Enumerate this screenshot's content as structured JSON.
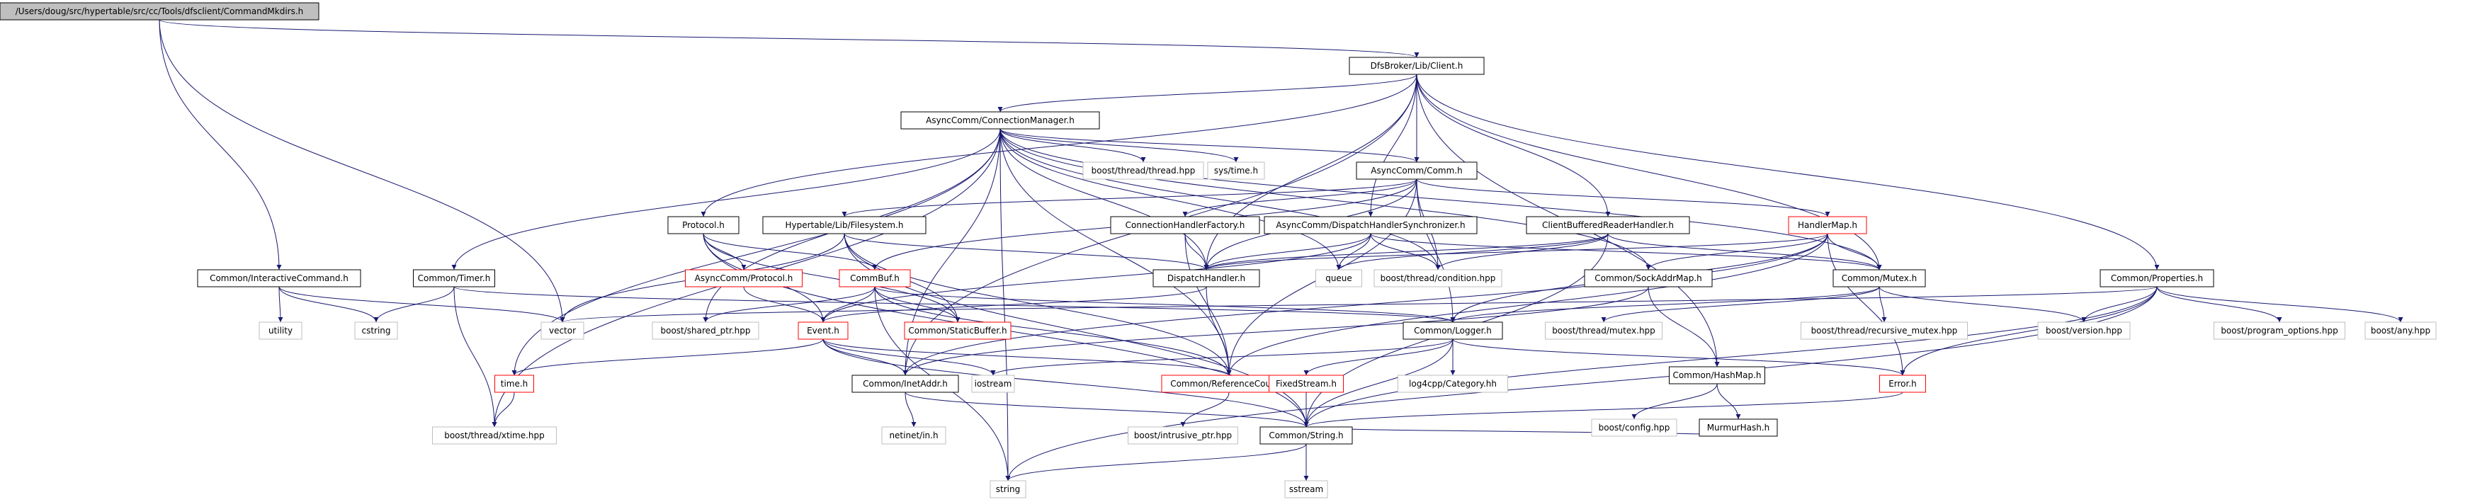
{
  "colors": {
    "edge": "#191970",
    "box_black": "#000000",
    "box_red": "#ff0000",
    "box_gray": "#bfbfbf",
    "root_fill": "#bfbfbf"
  },
  "nodes": [
    {
      "id": "root",
      "label": "/Users/doug/src/hypertable/src/cc/Tools/dfsclient/CommandMkdirs.h",
      "style": "root"
    },
    {
      "id": "client",
      "label": "DfsBroker/Lib/Client.h",
      "style": "black"
    },
    {
      "id": "connmgr",
      "label": "AsyncComm/ConnectionManager.h",
      "style": "black"
    },
    {
      "id": "comm",
      "label": "AsyncComm/Comm.h",
      "style": "black"
    },
    {
      "id": "boostthread",
      "label": "boost/thread/thread.hpp",
      "style": "gray"
    },
    {
      "id": "systime",
      "label": "sys/time.h",
      "style": "gray"
    },
    {
      "id": "interactive",
      "label": "Common/InteractiveCommand.h",
      "style": "black"
    },
    {
      "id": "protocol",
      "label": "Protocol.h",
      "style": "black"
    },
    {
      "id": "filesystem",
      "label": "Hypertable/Lib/Filesystem.h",
      "style": "black"
    },
    {
      "id": "connhandlerfac",
      "label": "ConnectionHandlerFactory.h",
      "style": "black"
    },
    {
      "id": "dhsync",
      "label": "AsyncComm/DispatchHandlerSynchronizer.h",
      "style": "black"
    },
    {
      "id": "clientbuf",
      "label": "ClientBufferedReaderHandler.h",
      "style": "black"
    },
    {
      "id": "handlermap",
      "label": "HandlerMap.h",
      "style": "red"
    },
    {
      "id": "props",
      "label": "Common/Properties.h",
      "style": "black"
    },
    {
      "id": "timer",
      "label": "Common/Timer.h",
      "style": "black"
    },
    {
      "id": "acproto",
      "label": "AsyncComm/Protocol.h",
      "style": "red"
    },
    {
      "id": "commbuf",
      "label": "CommBuf.h",
      "style": "red"
    },
    {
      "id": "dispatch",
      "label": "DispatchHandler.h",
      "style": "black"
    },
    {
      "id": "queue",
      "label": "queue",
      "style": "gray"
    },
    {
      "id": "condition",
      "label": "boost/thread/condition.hpp",
      "style": "gray"
    },
    {
      "id": "sockaddrmap",
      "label": "Common/SockAddrMap.h",
      "style": "black"
    },
    {
      "id": "mutex",
      "label": "Common/Mutex.h",
      "style": "black"
    },
    {
      "id": "utility",
      "label": "utility",
      "style": "gray"
    },
    {
      "id": "cstring",
      "label": "cstring",
      "style": "gray"
    },
    {
      "id": "vector",
      "label": "vector",
      "style": "gray"
    },
    {
      "id": "sharedptr",
      "label": "boost/shared_ptr.hpp",
      "style": "gray"
    },
    {
      "id": "event",
      "label": "Event.h",
      "style": "red"
    },
    {
      "id": "staticbuf",
      "label": "Common/StaticBuffer.h",
      "style": "red"
    },
    {
      "id": "logger",
      "label": "Common/Logger.h",
      "style": "black"
    },
    {
      "id": "boostmutex",
      "label": "boost/thread/mutex.hpp",
      "style": "gray"
    },
    {
      "id": "hashmap",
      "label": "Common/HashMap.h",
      "style": "black"
    },
    {
      "id": "recmutex",
      "label": "boost/thread/recursive_mutex.hpp",
      "style": "gray"
    },
    {
      "id": "version",
      "label": "boost/version.hpp",
      "style": "gray"
    },
    {
      "id": "progopts",
      "label": "boost/program_options.hpp",
      "style": "gray"
    },
    {
      "id": "any",
      "label": "boost/any.hpp",
      "style": "gray"
    },
    {
      "id": "timeh",
      "label": "time.h",
      "style": "red"
    },
    {
      "id": "inetaddr",
      "label": "Common/InetAddr.h",
      "style": "black"
    },
    {
      "id": "iostream",
      "label": "iostream",
      "style": "gray"
    },
    {
      "id": "refcount",
      "label": "Common/ReferenceCount.h",
      "style": "red"
    },
    {
      "id": "fstream",
      "label": "FixedStream.h",
      "style": "red"
    },
    {
      "id": "log4cpp",
      "label": "log4cpp/Category.hh",
      "style": "gray"
    },
    {
      "id": "config",
      "label": "boost/config.hpp",
      "style": "gray"
    },
    {
      "id": "murmur",
      "label": "MurmurHash.h",
      "style": "black"
    },
    {
      "id": "error",
      "label": "Error.h",
      "style": "red"
    },
    {
      "id": "xtime",
      "label": "boost/thread/xtime.hpp",
      "style": "gray"
    },
    {
      "id": "netinet",
      "label": "netinet/in.h",
      "style": "gray"
    },
    {
      "id": "intrusive",
      "label": "boost/intrusive_ptr.hpp",
      "style": "gray"
    },
    {
      "id": "string_h",
      "label": "Common/String.h",
      "style": "black"
    },
    {
      "id": "string",
      "label": "string",
      "style": "gray"
    },
    {
      "id": "sstream",
      "label": "sstream",
      "style": "gray"
    }
  ],
  "edges": [
    [
      "root",
      "client"
    ],
    [
      "root",
      "interactive"
    ],
    [
      "root",
      "vector"
    ],
    [
      "client",
      "connmgr"
    ],
    [
      "client",
      "comm"
    ],
    [
      "client",
      "protocol"
    ],
    [
      "client",
      "dhsync"
    ],
    [
      "client",
      "clientbuf"
    ],
    [
      "client",
      "props"
    ],
    [
      "client",
      "mutex"
    ],
    [
      "client",
      "dispatch"
    ],
    [
      "client",
      "hashmap"
    ],
    [
      "client",
      "inetaddr"
    ],
    [
      "connmgr",
      "boostthread"
    ],
    [
      "connmgr",
      "systime"
    ],
    [
      "connmgr",
      "comm"
    ],
    [
      "connmgr",
      "timer"
    ],
    [
      "connmgr",
      "sharedptr"
    ],
    [
      "connmgr",
      "timeh"
    ],
    [
      "connmgr",
      "xtime"
    ],
    [
      "connmgr",
      "refcount"
    ],
    [
      "connmgr",
      "dispatch"
    ],
    [
      "connmgr",
      "condition"
    ],
    [
      "connmgr",
      "mutex"
    ],
    [
      "connmgr",
      "sockaddrmap"
    ],
    [
      "connmgr",
      "inetaddr"
    ],
    [
      "connmgr",
      "string"
    ],
    [
      "connmgr",
      "queue"
    ],
    [
      "comm",
      "filesystem"
    ],
    [
      "comm",
      "connhandlerfac"
    ],
    [
      "comm",
      "dispatch"
    ],
    [
      "comm",
      "handlermap"
    ],
    [
      "comm",
      "commbuf"
    ],
    [
      "comm",
      "refcount"
    ],
    [
      "comm",
      "condition"
    ],
    [
      "comm",
      "logger"
    ],
    [
      "interactive",
      "utility"
    ],
    [
      "interactive",
      "cstring"
    ],
    [
      "interactive",
      "vector"
    ],
    [
      "protocol",
      "acproto"
    ],
    [
      "protocol",
      "commbuf"
    ],
    [
      "protocol",
      "event"
    ],
    [
      "protocol",
      "staticbuf"
    ],
    [
      "protocol",
      "string_h"
    ],
    [
      "filesystem",
      "dispatch"
    ],
    [
      "filesystem",
      "staticbuf"
    ],
    [
      "filesystem",
      "vector"
    ],
    [
      "filesystem",
      "refcount"
    ],
    [
      "filesystem",
      "string_h"
    ],
    [
      "connhandlerfac",
      "dispatch"
    ],
    [
      "connhandlerfac",
      "refcount"
    ],
    [
      "dhsync",
      "dispatch"
    ],
    [
      "dhsync",
      "queue"
    ],
    [
      "dhsync",
      "condition"
    ],
    [
      "dhsync",
      "mutex"
    ],
    [
      "dhsync",
      "event"
    ],
    [
      "clientbuf",
      "dispatch"
    ],
    [
      "clientbuf",
      "condition"
    ],
    [
      "clientbuf",
      "mutex"
    ],
    [
      "clientbuf",
      "queue"
    ],
    [
      "clientbuf",
      "string_h"
    ],
    [
      "handlermap",
      "dispatch"
    ],
    [
      "handlermap",
      "sockaddrmap"
    ],
    [
      "handlermap",
      "mutex"
    ],
    [
      "handlermap",
      "error"
    ],
    [
      "handlermap",
      "refcount"
    ],
    [
      "handlermap",
      "logger"
    ],
    [
      "handlermap",
      "inetaddr"
    ],
    [
      "timer",
      "cstring"
    ],
    [
      "timer",
      "xtime"
    ],
    [
      "timer",
      "logger"
    ],
    [
      "acproto",
      "event"
    ],
    [
      "commbuf",
      "sharedptr"
    ],
    [
      "commbuf",
      "event"
    ],
    [
      "commbuf",
      "staticbuf"
    ],
    [
      "commbuf",
      "logger"
    ],
    [
      "commbuf",
      "refcount"
    ],
    [
      "commbuf",
      "string"
    ],
    [
      "dispatch",
      "event"
    ],
    [
      "dispatch",
      "refcount"
    ],
    [
      "event",
      "timeh"
    ],
    [
      "event",
      "inetaddr"
    ],
    [
      "event",
      "iostream"
    ],
    [
      "event",
      "refcount"
    ],
    [
      "event",
      "string_h"
    ],
    [
      "mutex",
      "boostmutex"
    ],
    [
      "mutex",
      "recmutex"
    ],
    [
      "mutex",
      "version"
    ],
    [
      "mutex",
      "logger"
    ],
    [
      "sockaddrmap",
      "hashmap"
    ],
    [
      "sockaddrmap",
      "inetaddr"
    ],
    [
      "logger",
      "log4cpp"
    ],
    [
      "logger",
      "fstream"
    ],
    [
      "logger",
      "error"
    ],
    [
      "logger",
      "string_h"
    ],
    [
      "logger",
      "iostream"
    ],
    [
      "hashmap",
      "config"
    ],
    [
      "hashmap",
      "murmur"
    ],
    [
      "props",
      "version"
    ],
    [
      "props",
      "progopts"
    ],
    [
      "props",
      "any"
    ],
    [
      "props",
      "error"
    ],
    [
      "props",
      "string"
    ],
    [
      "props",
      "vector"
    ],
    [
      "props",
      "string_h"
    ],
    [
      "timeh",
      "xtime"
    ],
    [
      "inetaddr",
      "netinet"
    ],
    [
      "inetaddr",
      "string_h"
    ],
    [
      "refcount",
      "intrusive"
    ],
    [
      "fstream",
      "string_h"
    ],
    [
      "murmur",
      "string_h"
    ],
    [
      "error",
      "string_h"
    ],
    [
      "string_h",
      "string"
    ],
    [
      "string_h",
      "sstream"
    ]
  ]
}
